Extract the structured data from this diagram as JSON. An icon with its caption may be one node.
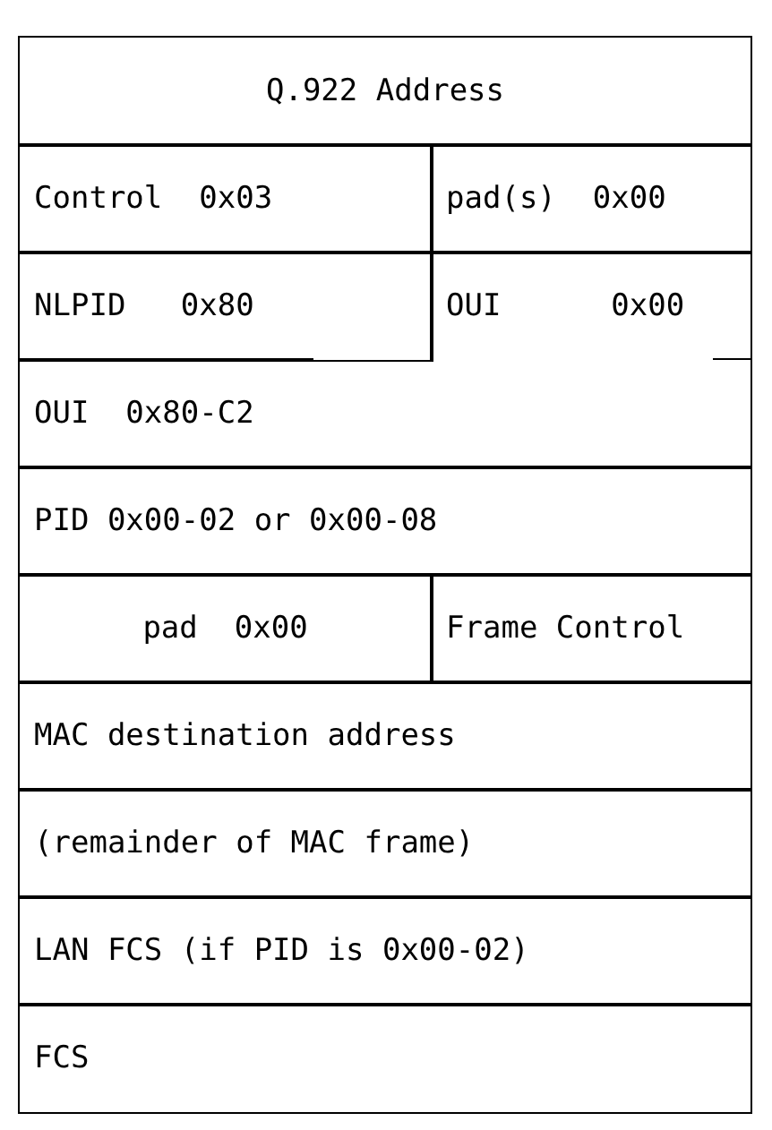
{
  "diagram": {
    "labels": [
      "Q.922 Address",
      "Control  0x03",
      "pad(s)  0x00",
      "NLPID   0x80",
      "OUI      0x00",
      "OUI  0x80-C2",
      "PID 0x00-02 or 0x00-08",
      "pad  0x00",
      "Frame Control",
      "MAC destination address",
      "(remainder of MAC frame)",
      "LAN FCS (if PID is 0x00-02)",
      "FCS"
    ]
  }
}
